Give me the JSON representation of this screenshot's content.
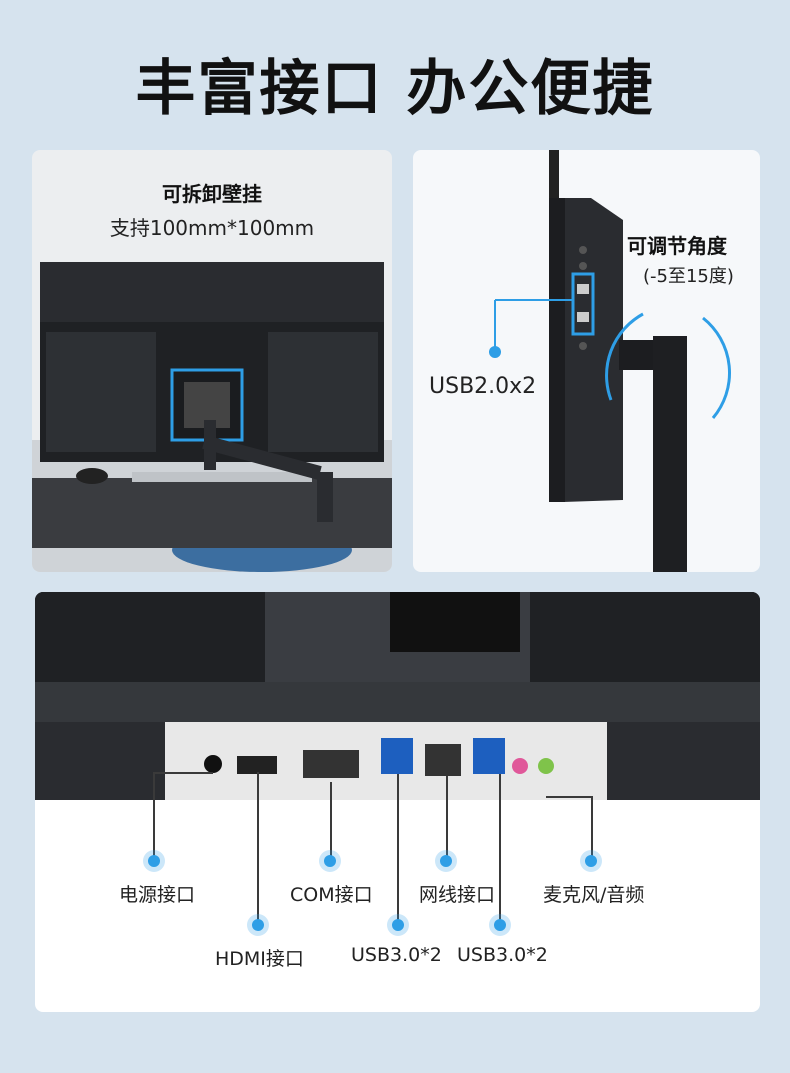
{
  "title": "丰富接口 办公便捷",
  "left_card": {
    "heading": "可拆卸壁挂",
    "sub": "支持100mm*100mm"
  },
  "right_card": {
    "heading": "可调节角度",
    "sub": "(-5至15度)",
    "usb_label": "USB2.0x2"
  },
  "ports": {
    "power": "电源接口",
    "hdmi": "HDMI接口",
    "com": "COM接口",
    "usb_a": "USB3.0*2",
    "lan": "网线接口",
    "usb_b": "USB3.0*2",
    "audio": "麦克风/音频"
  },
  "colors": {
    "accent": "#2e9ee6",
    "monitor": "#2a2c30",
    "panel": "#e8e8e8"
  }
}
